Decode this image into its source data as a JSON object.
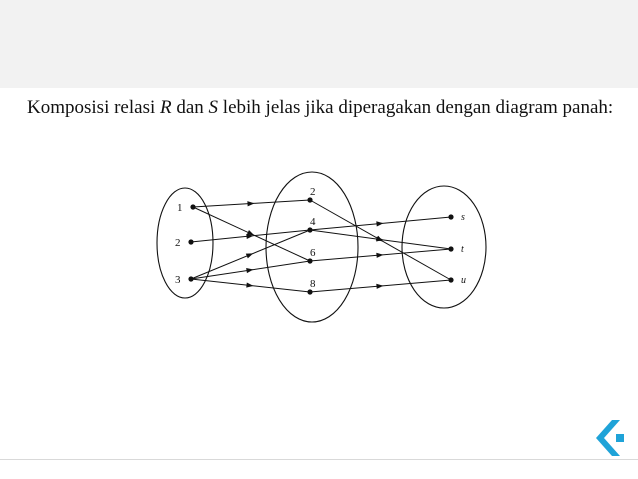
{
  "slide": {
    "text_part1": "Komposisi relasi ",
    "rel_r": "R",
    "text_part2": " dan ",
    "rel_s": "S",
    "text_part3": " lebih jelas jika diperagakan dengan diagram panah:"
  },
  "diagram": {
    "domain_a": [
      "1",
      "2",
      "3"
    ],
    "domain_b": [
      "2",
      "4",
      "6",
      "8"
    ],
    "domain_c": [
      "s",
      "t",
      "u"
    ],
    "relation_r": [
      [
        "1",
        "2"
      ],
      [
        "1",
        "6"
      ],
      [
        "2",
        "4"
      ],
      [
        "3",
        "4"
      ],
      [
        "3",
        "6"
      ],
      [
        "3",
        "8"
      ]
    ],
    "relation_s": [
      [
        "2",
        "u"
      ],
      [
        "4",
        "s"
      ],
      [
        "4",
        "t"
      ],
      [
        "6",
        "t"
      ],
      [
        "8",
        "u"
      ]
    ]
  },
  "colors": {
    "header_band": "#f2f2f2",
    "logo_primary": "#1fa3d8"
  }
}
